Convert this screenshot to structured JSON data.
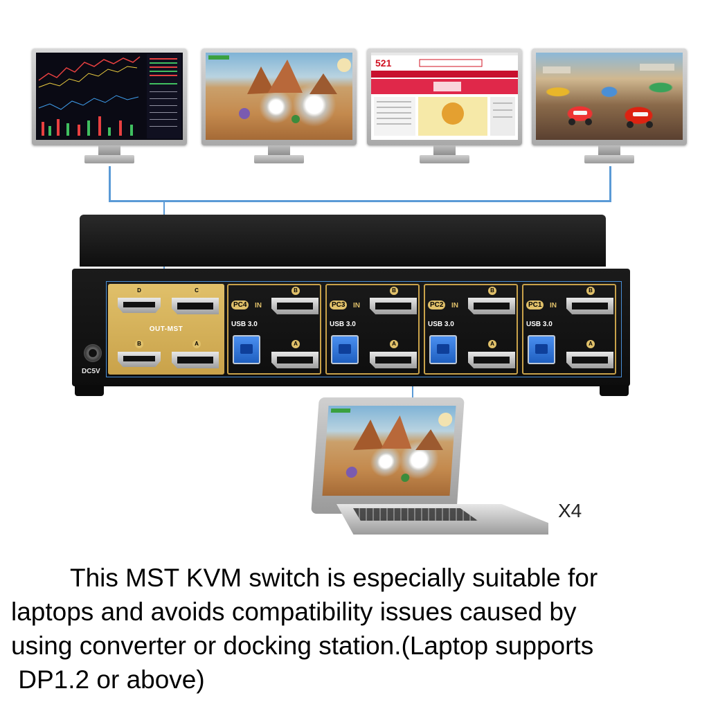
{
  "kvm": {
    "output_label": "OUT-MST",
    "power_label": "DC5V",
    "output_ports": {
      "top_left": "D",
      "top_right": "C",
      "bottom_left": "B",
      "bottom_right": "A"
    },
    "pc_inputs": [
      {
        "badge": "PC4",
        "in_label": "IN",
        "usb_label": "USB 3.0",
        "port_top": "B",
        "port_bottom": "A"
      },
      {
        "badge": "PC3",
        "in_label": "IN",
        "usb_label": "USB 3.0",
        "port_top": "B",
        "port_bottom": "A"
      },
      {
        "badge": "PC2",
        "in_label": "IN",
        "usb_label": "USB 3.0",
        "port_top": "B",
        "port_bottom": "A"
      },
      {
        "badge": "PC1",
        "in_label": "IN",
        "usb_label": "USB 3.0",
        "port_top": "B",
        "port_bottom": "A"
      }
    ]
  },
  "laptop": {
    "multiplier": "X4"
  },
  "website_screen": {
    "logo_text": "521"
  },
  "caption": {
    "line1": "This MST KVM switch is especially suitable for",
    "line2": "laptops and avoids compatibility issues caused by",
    "line3": "using converter or docking station.(Laptop supports",
    "line4": " DP1.2 or above)"
  },
  "colors": {
    "cable": "#5a9ad6",
    "gold": "#e0c06a",
    "usb_blue": "#2f74d8"
  }
}
